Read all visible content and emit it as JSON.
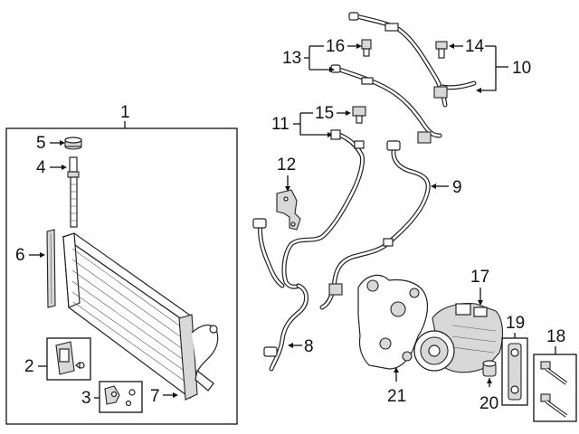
{
  "callouts": {
    "c1": "1",
    "c2": "2",
    "c3": "3",
    "c4": "4",
    "c5": "5",
    "c6": "6",
    "c7": "7",
    "c8": "8",
    "c9": "9",
    "c10": "10",
    "c11": "11",
    "c12": "12",
    "c13": "13",
    "c14": "14",
    "c15": "15",
    "c16": "16",
    "c17": "17",
    "c18": "18",
    "c19": "19",
    "c20": "20",
    "c21": "21"
  },
  "colors": {
    "line": "#111111",
    "fill_gray": "#d8d8d8",
    "background": "#ffffff"
  }
}
